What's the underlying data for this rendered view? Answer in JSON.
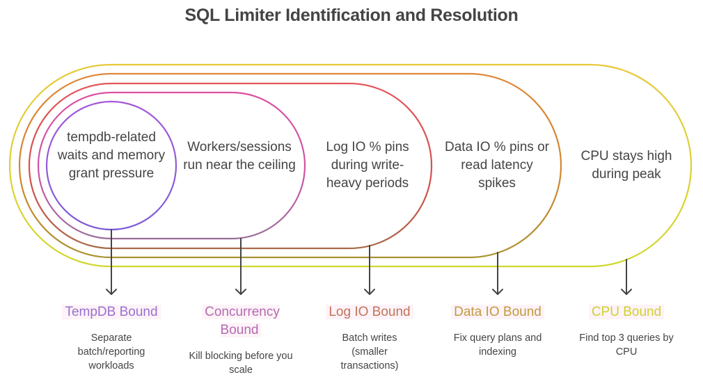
{
  "title": "SQL Limiter Identification and Resolution",
  "colors": {
    "cpu": "#d6cf2c",
    "data_io": "#d98a3a",
    "log_io": "#e05858",
    "concurrency": "#d8559e",
    "tempdb": "#9a5bd9",
    "text": "#444444",
    "arrow": "#444444"
  },
  "layers": [
    {
      "key": "tempdb",
      "symptom": "tempdb-related waits and memory grant pressure",
      "label": "TempDB Bound",
      "label_color": "#9a6fd0",
      "action": "Separate batch/reporting workloads"
    },
    {
      "key": "concurrency",
      "symptom": "Workers/sessions run near the ceiling",
      "label": "Concurrency Bound",
      "label_color": "#b46ab0",
      "action": "Kill blocking before you scale"
    },
    {
      "key": "log_io",
      "symptom": "Log IO % pins during write-heavy periods",
      "label": "Log IO Bound",
      "label_color": "#c0745a",
      "action": "Batch writes (smaller transactions)"
    },
    {
      "key": "data_io",
      "symptom": "Data IO % pins or read latency spikes",
      "label": "Data IO Bound",
      "label_color": "#c29a3e",
      "action": "Fix query plans and indexing"
    },
    {
      "key": "cpu",
      "symptom": "CPU stays high during peak",
      "label": "CPU Bound",
      "label_color": "#cfd12f",
      "action": "Find top 3 queries by CPU"
    }
  ]
}
